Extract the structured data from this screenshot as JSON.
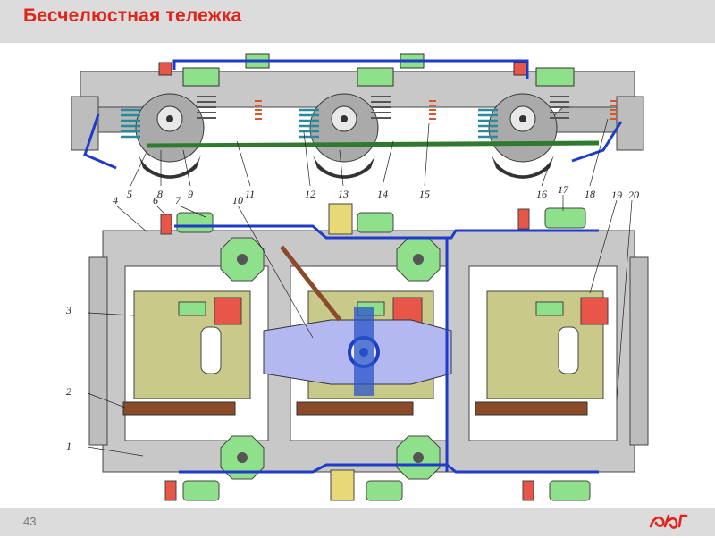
{
  "slide": {
    "title": "Бесчелюстная тележка",
    "page_number": "43",
    "logo_text": "РЖД",
    "colors": {
      "title": "#e2231a",
      "band": "#dcdcdc",
      "frame": "#c8c8c8",
      "pipe": "#1e3cc8",
      "green": "#8ee08a",
      "olive": "#c9c98a",
      "brown": "#8b4a2a",
      "red": "#e8564a"
    }
  },
  "figure": {
    "side_labels": [
      "5",
      "8",
      "9",
      "11",
      "12",
      "13",
      "14",
      "15",
      "16",
      "18"
    ],
    "plan_labels": [
      "4",
      "6",
      "7",
      "10",
      "17",
      "19",
      "20",
      "3",
      "2",
      "1"
    ]
  }
}
